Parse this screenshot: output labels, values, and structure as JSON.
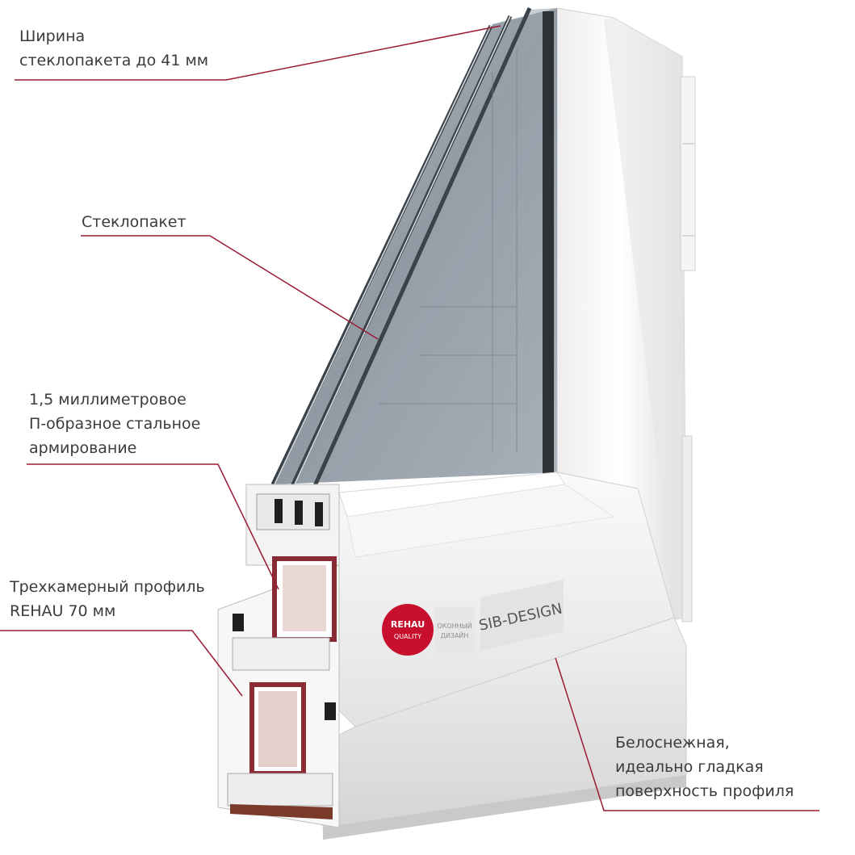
{
  "callouts": {
    "glass_width": [
      "Ширина",
      "стеклопакета до 41 мм"
    ],
    "glass_unit": [
      "Стеклопакет"
    ],
    "steel": [
      "1,5 миллиметровое",
      "П-образное стальное",
      "армирование"
    ],
    "profile": [
      "Трехкамерный профиль",
      "REHAU 70 мм"
    ],
    "surface": [
      "Белоснежная,",
      "идеально гладкая",
      "поверхность профиля"
    ]
  },
  "badges": {
    "rehau": [
      "REHAU",
      "QUALITY"
    ],
    "okonny": [
      "ОКОННЫЙ",
      "ДИЗАЙН"
    ],
    "sib": "SIB-DESIGN"
  },
  "colors": {
    "leader_line": "#9a1b34",
    "text": "#3b3b3b",
    "rehau_red": "#c8102e",
    "frame_white": "#f4f4f4",
    "glass": "#8f99a3"
  }
}
